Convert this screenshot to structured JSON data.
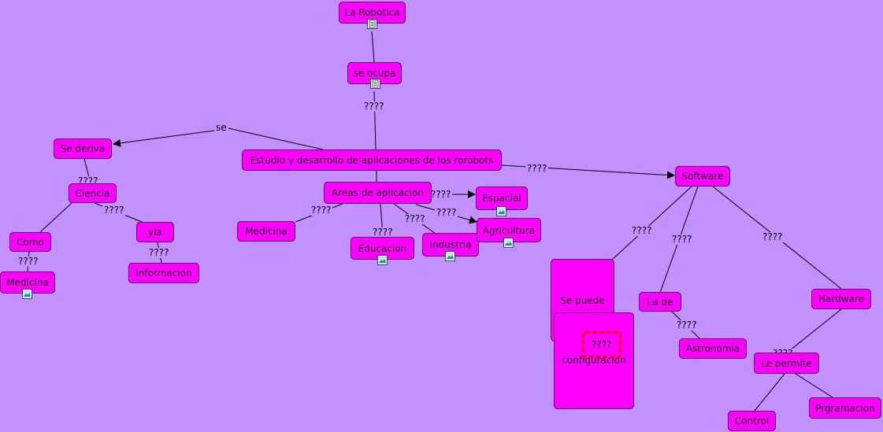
{
  "colors": {
    "background": "#c391fd",
    "node_fill": "#ff00ff",
    "node_border": "#5a005a",
    "selection": "#ff0000"
  },
  "nodes": {
    "la_robotica": "La Robotica",
    "se_ocupa": "se ocupa",
    "estudio": "Estudio y desarrollo  de aplicaciones de los rorobots",
    "se_deriva": "Se deriva",
    "ciencia": "Ciencia",
    "como": "Como",
    "medicina_left": "Medicina",
    "yla": "yla",
    "informacion": "Informacion",
    "areas": "Areas de aplicacion",
    "medicina_mid": "Medicina",
    "educacion": "Educacion",
    "industria": "Industria",
    "espacial": "Espacial",
    "agricultura": "Agricultura",
    "software": "Software",
    "se_puede": "Se puede",
    "configuracion": "configuracion",
    "la_de": "La de",
    "astronomia": "Astronomia",
    "hardware": "Hardware",
    "le_permite": "Le permite",
    "control": "Control",
    "prgramacion": "Prgramacion"
  },
  "link_labels": {
    "se": "se",
    "q_top": "????",
    "q_software": "????",
    "q_ciencia_a": "????",
    "q_ciencia_b": "????",
    "q_como": "????",
    "q_yla": "????",
    "q_medicina": "????",
    "q_educacion": "????",
    "q_industria": "????",
    "q_espacial": "????",
    "q_agricultura": "????",
    "q_sepuede": "????",
    "q_lade": "????",
    "q_hardware": "????",
    "q_astronomia": "????",
    "q_lepermite": "????",
    "q_selected": "????"
  },
  "icons": {
    "doc": "document-icon",
    "image": "image-icon"
  }
}
